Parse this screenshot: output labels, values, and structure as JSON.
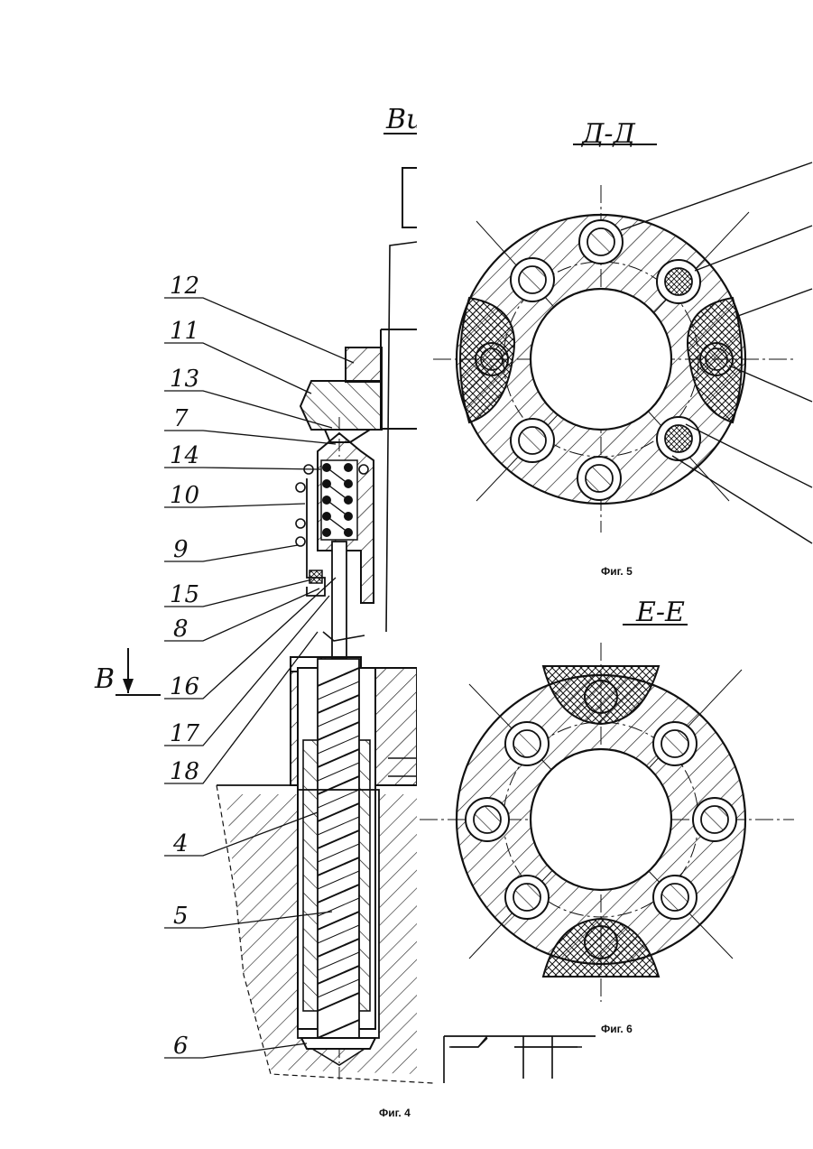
{
  "views": {
    "main_partial_title": "Вид Б",
    "section_d": "Д-Д",
    "section_e": "Е-Е",
    "arrow_label": "В"
  },
  "captions": {
    "fig4": "Фиг. 4",
    "fig5": "Фиг. 5",
    "fig6": "Фиг. 6"
  },
  "part_numbers": [
    "12",
    "11",
    "13",
    "7",
    "14",
    "10",
    "9",
    "15",
    "8",
    "16",
    "17",
    "18",
    "4",
    "5",
    "6"
  ]
}
